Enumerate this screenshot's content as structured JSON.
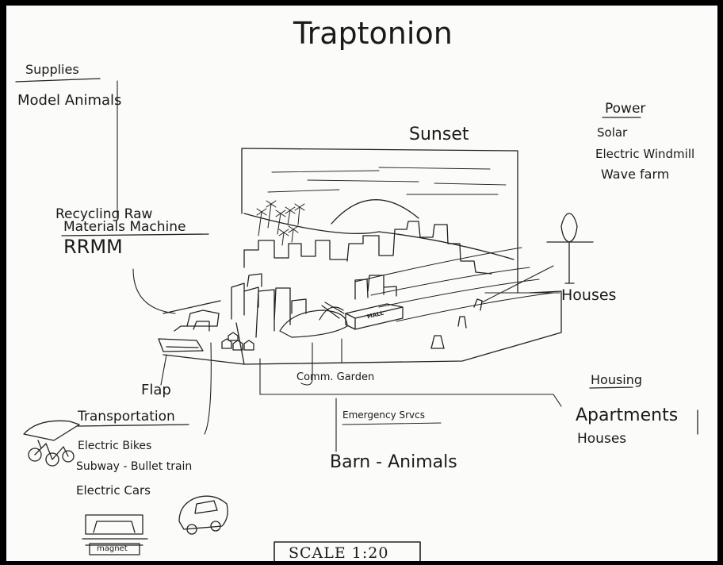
{
  "title": "Traptonion",
  "labels": {
    "supplies_heading": "Supplies",
    "supplies_item": "Model Animals",
    "sunset": "Sunset",
    "power_heading": "Power",
    "power_items": [
      "Solar",
      "Electric Windmill",
      "Wave farm"
    ],
    "rrmm_line1": "Recycling Raw",
    "rrmm_line2": "Materials Machine",
    "rrmm_abbr": "RRMM",
    "houses_right": "Houses",
    "comm_garden": "Comm. Garden",
    "mall": "MALL",
    "flap": "Flap",
    "housing_heading": "Housing",
    "housing_items": [
      "Apartments",
      "Houses"
    ],
    "transportation_heading": "Transportation",
    "transport_items": [
      "Electric Bikes",
      "Subway - Bullet train",
      "Electric Cars"
    ],
    "emergency": "Emergency Srvcs",
    "barn": "Barn - Animals",
    "magnet": "magnet",
    "scale": "SCALE 1:20"
  }
}
